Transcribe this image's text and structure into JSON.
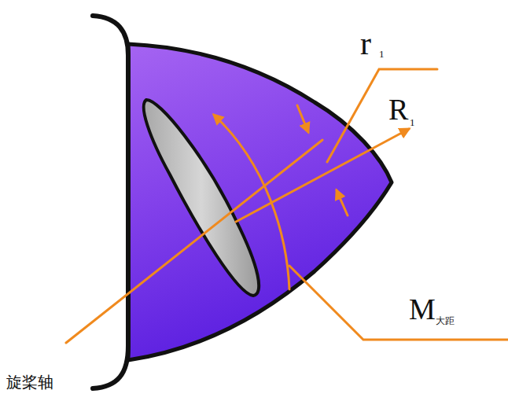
{
  "diagram": {
    "labels": [
      "r",
      "1",
      "R",
      "1",
      "M",
      "大距",
      "旋桨轴"
    ]
  }
}
